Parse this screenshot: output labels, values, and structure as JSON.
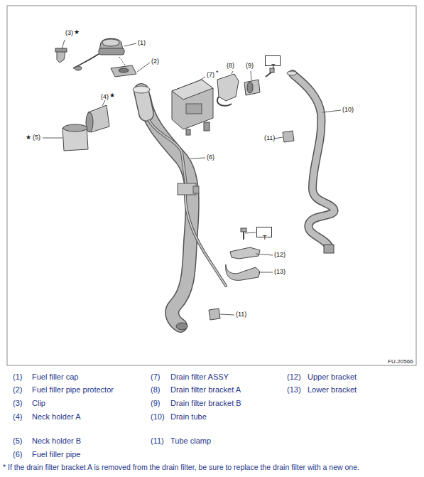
{
  "diagram": {
    "nodes": [
      {
        "text": [
          "T"
        ]
      },
      {
        "text": [
          "T"
        ]
      }
    ],
    "labels": [
      "(3)",
      "★",
      "(1)",
      "(2)",
      "(7)",
      "*",
      "(8)",
      "(9)",
      "(10)",
      "(4)",
      "★",
      "★",
      "(5)",
      "(11)",
      "(6)",
      "(12)",
      "(13)",
      "(11)",
      "FU-20566",
      "(1)",
      "Fuel filler cap",
      "(7)",
      "Drain filter ASSY",
      "(12)",
      "Upper bracket",
      "(2)",
      "Fuel filler pipe protector",
      "(8)",
      "Drain filter bracket A",
      "(13)",
      "Lower bracket",
      "(3)",
      "Clip",
      "(9)",
      "Drain filter bracket B",
      "(4)",
      "Neck holder A",
      "(10)",
      "Drain tube",
      "(5)",
      "Neck holder B",
      "(11)",
      "Tube clamp",
      "(6)",
      "Fuel filler pipe",
      "* If the drain filter bracket A is removed from the drain filter, be sure to replace the drain filter with a new one."
    ]
  }
}
